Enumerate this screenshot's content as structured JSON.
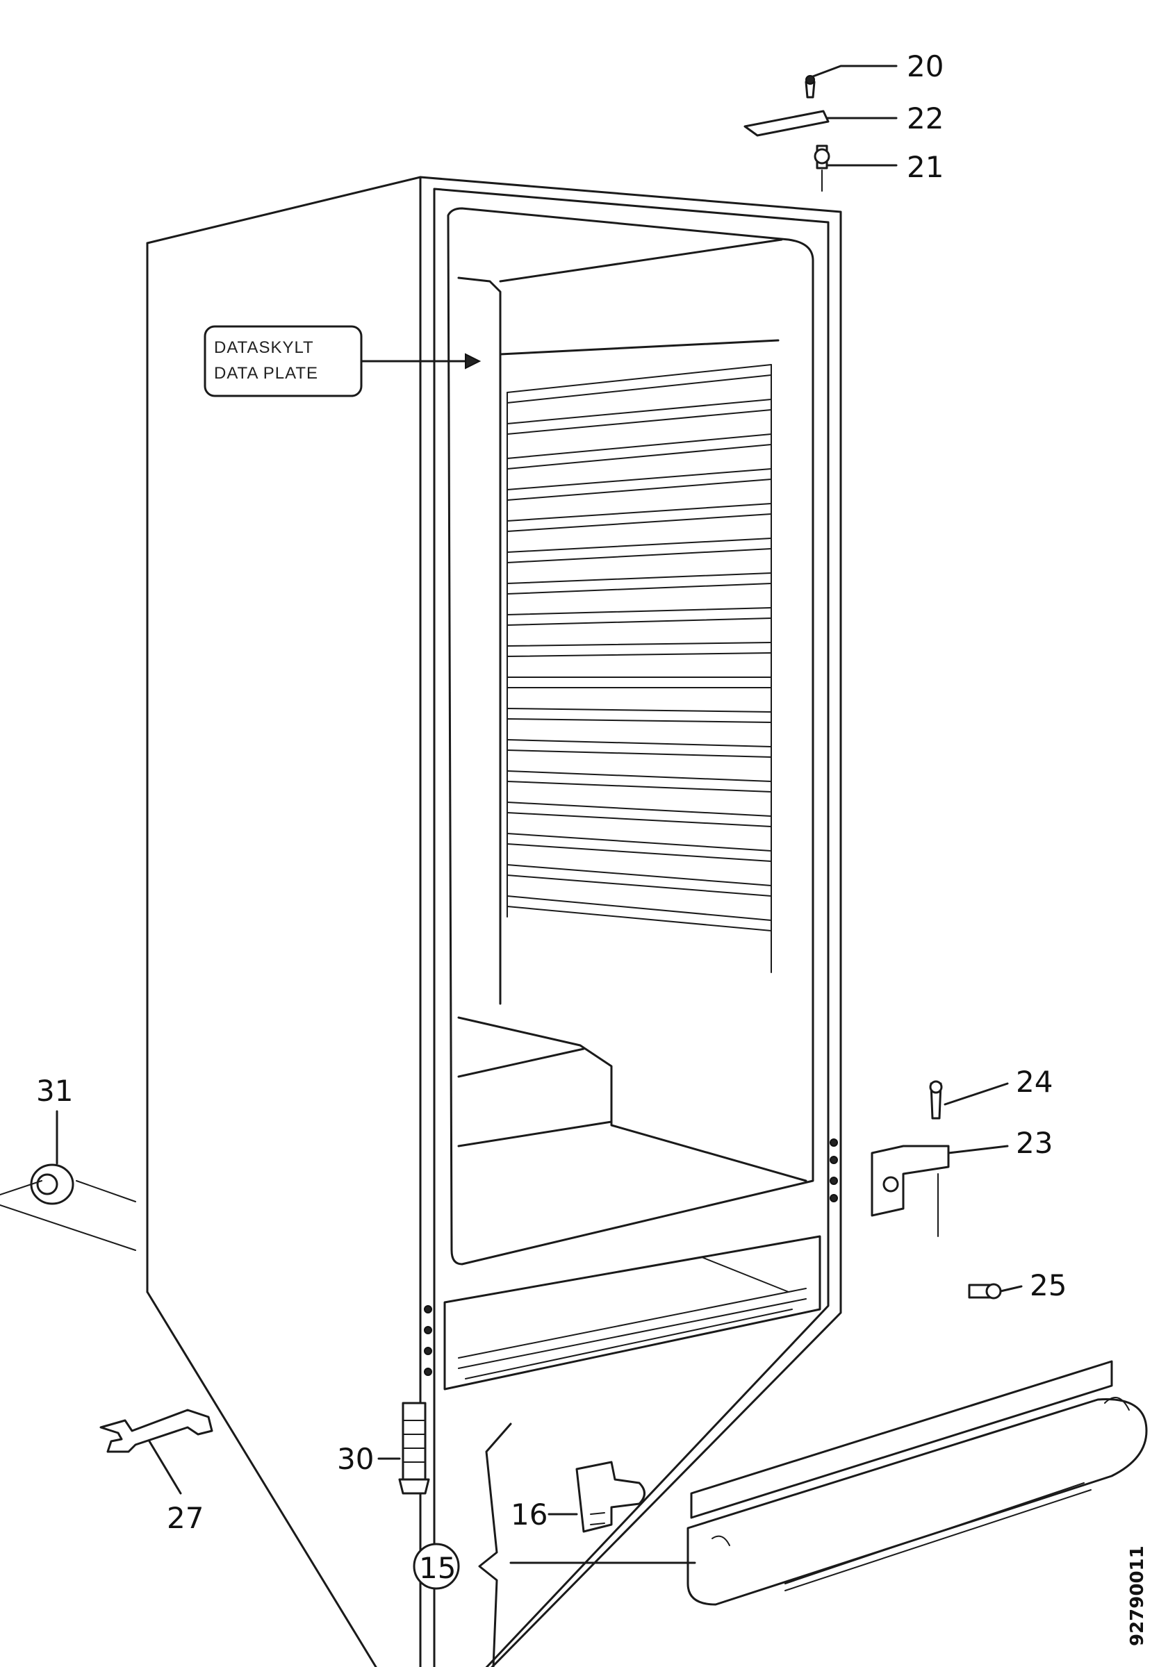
{
  "data_plate": {
    "line1": "DATASKYLT",
    "line2": "DATA PLATE"
  },
  "callouts": {
    "p20": "20",
    "p22": "22",
    "p21": "21",
    "p24": "24",
    "p23": "23",
    "p25": "25",
    "p31": "31",
    "p30": "30",
    "p27": "27",
    "p16": "16",
    "p15": "15"
  },
  "drawing_code": "92790011"
}
